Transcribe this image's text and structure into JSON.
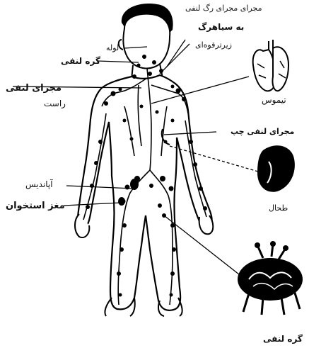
{
  "labels": {
    "top_duct": "مجرای مجرای رگ لنفی",
    "to_vein": "به سیاهرگ",
    "subclavian": "زیرترقوه‌ای",
    "trachea": "لوله",
    "lymph_node": "گره لنفی",
    "right_duct_1": "مجرای لنفی",
    "right_duct_2": "راست",
    "left_duct": "مجرای لنفی چپ",
    "appendix": "آپاندیس",
    "bone_marrow": "مغز استخوان",
    "thymus": "تیموس",
    "spleen": "طحال",
    "lymph_node_bottom": "گره لنفی"
  },
  "colors": {
    "ink": "#000000",
    "paper": "#ffffff"
  }
}
